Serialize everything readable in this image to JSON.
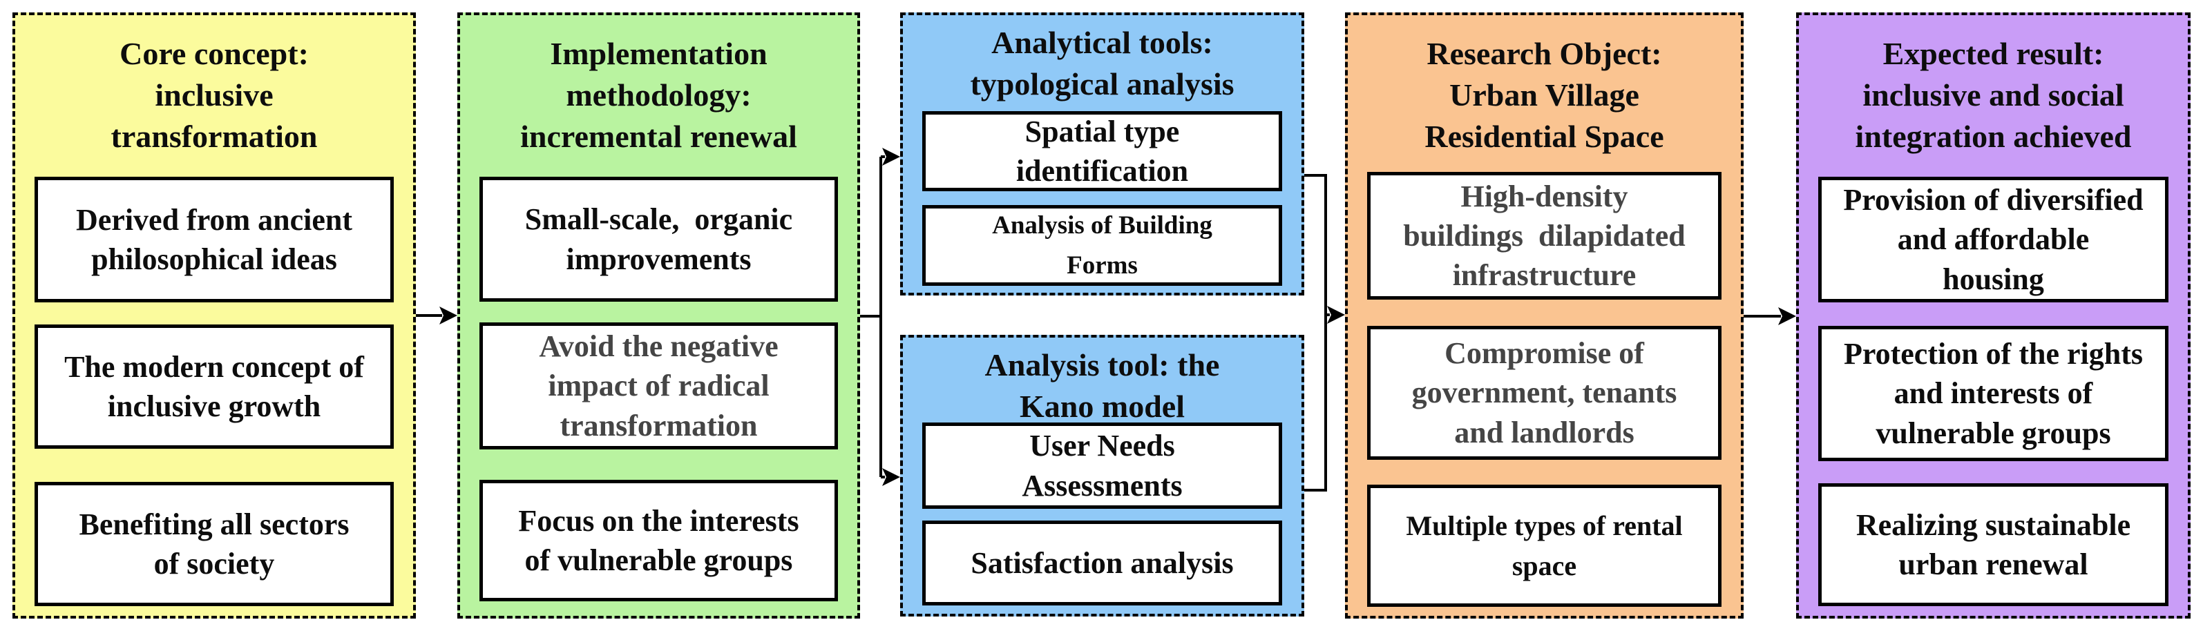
{
  "page": {
    "background": "#ffffff"
  },
  "colors": {
    "text_black": "#0d0d0d",
    "text_muted": "#454545",
    "border": "#000000",
    "yellow": "#FBFB9D",
    "green": "#B9F3A0",
    "blue": "#90C9F7",
    "orange": "#FAC491",
    "purple": "#C99DF7"
  },
  "columns": [
    {
      "id": "core-concept",
      "fill": "#FBFB9D",
      "title": "Core concept:\ninclusive\ntransformation",
      "boxes": [
        {
          "text": "Derived from ancient\nphilosophical ideas",
          "muted": false
        },
        {
          "text": "The modern concept of\ninclusive growth",
          "muted": false
        },
        {
          "text": "Benefiting all sectors\nof society",
          "muted": false
        }
      ]
    },
    {
      "id": "implementation-methodology",
      "fill": "#B9F3A0",
      "title": "Implementation\nmethodology:\nincremental renewal",
      "boxes": [
        {
          "text": "Small-scale,  organic\nimprovements",
          "muted": false
        },
        {
          "text": "Avoid the negative\nimpact of radical\ntransformation",
          "muted": true
        },
        {
          "text": "Focus on the interests\nof vulnerable groups",
          "muted": false
        }
      ]
    },
    {
      "id": "analytical-tools",
      "fill": "#90C9F7",
      "groups": [
        {
          "title": "Analytical tools:\ntypological analysis",
          "boxes": [
            {
              "text": "Spatial type\nidentification",
              "muted": false
            },
            {
              "text": "Analysis of Building\nForms",
              "muted": false
            }
          ]
        },
        {
          "title": "Analysis tool: the\nKano model",
          "boxes": [
            {
              "text": "User Needs\nAssessments",
              "muted": false
            },
            {
              "text": "Satisfaction analysis",
              "muted": false
            }
          ]
        }
      ]
    },
    {
      "id": "research-object",
      "fill": "#FAC491",
      "title": "Research Object:\nUrban Village\nResidential Space",
      "boxes": [
        {
          "text": "High-density\nbuildings  dilapidated\ninfrastructure",
          "muted": true
        },
        {
          "text": "Compromise of\ngovernment, tenants\nand landlords",
          "muted": true
        },
        {
          "text": "Multiple types of rental\nspace",
          "muted": false
        }
      ]
    },
    {
      "id": "expected-result",
      "fill": "#C99DF7",
      "title": "Expected result:\ninclusive and social\nintegration achieved",
      "boxes": [
        {
          "text": "Provision of diversified\nand affordable\nhousing",
          "muted": false
        },
        {
          "text": "Protection of the rights\nand interests of\nvulnerable groups",
          "muted": false
        },
        {
          "text": "Realizing sustainable\nurban renewal",
          "muted": false
        }
      ]
    }
  ],
  "connections": [
    {
      "from": "core-concept",
      "to": "implementation-methodology",
      "type": "arrow"
    },
    {
      "from": "implementation-methodology",
      "to": "analytical-tools",
      "type": "split-arrow-to-both-groups"
    },
    {
      "from": "analytical-tools",
      "to": "research-object",
      "type": "merge-arrow-from-both-groups"
    },
    {
      "from": "research-object",
      "to": "expected-result",
      "type": "arrow"
    }
  ]
}
